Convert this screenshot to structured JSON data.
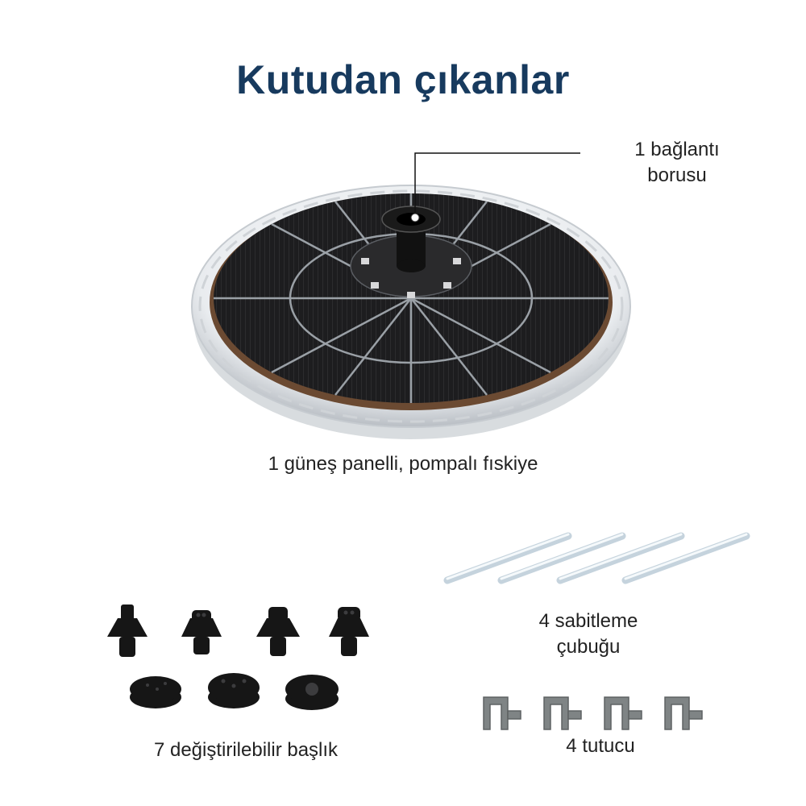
{
  "title": "Kutudan çıkanlar",
  "labels": {
    "connector_pipe": [
      "1 bağlantı",
      "borusu"
    ],
    "fountain": "1 güneş panelli, pompalı fıskiye",
    "rods": [
      "4 sabitleme",
      "çubuğu"
    ],
    "nozzles": "7 değiştirilebilir başlık",
    "holders": "4 tutucu"
  },
  "colors": {
    "title": "#173a5e",
    "panel": "#1e1e1e",
    "rim": "#e4e6ea",
    "nozzle": "#151515",
    "holder": "#7d8283",
    "rod": "#dfe8ee"
  }
}
